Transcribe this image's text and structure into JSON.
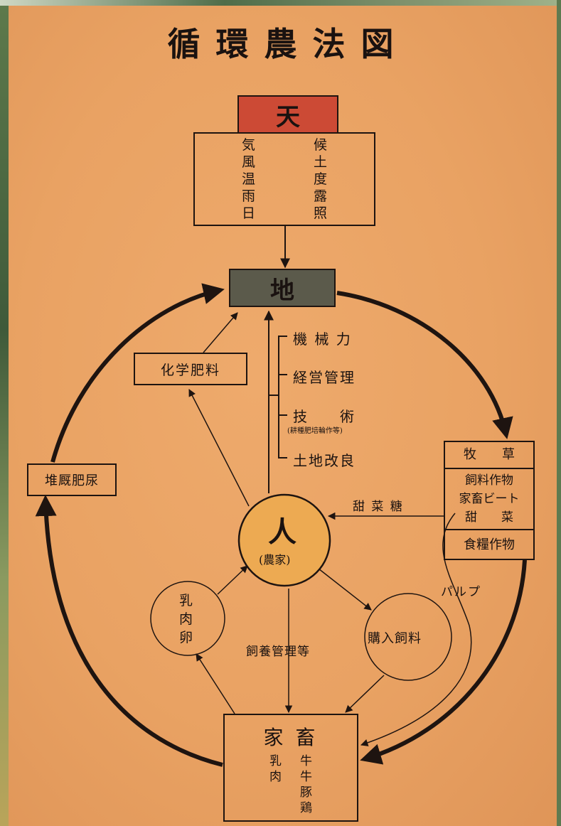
{
  "title": "循環農法図",
  "heaven": {
    "header": "天",
    "factors": [
      {
        "left": "気",
        "right": "候"
      },
      {
        "left": "風",
        "right": "土"
      },
      {
        "left": "温",
        "right": "度"
      },
      {
        "left": "雨",
        "right": "露"
      },
      {
        "left": "日",
        "right": "照"
      }
    ]
  },
  "earth": {
    "label": "地"
  },
  "inputs": [
    {
      "label": "機 械 力"
    },
    {
      "label": "経営管理"
    },
    {
      "label": "技　　術",
      "note": "(耕種肥培輪作等)"
    },
    {
      "label": "土地改良"
    }
  ],
  "chemical_fertilizer": "化学肥料",
  "manure": "堆厩肥尿",
  "crops": {
    "forage": "牧　　草",
    "feed_lines": [
      "飼料作物",
      "家畜ビート",
      "甜　　菜"
    ],
    "food": "食糧作物"
  },
  "person": {
    "label": "人",
    "sub": "(農家)"
  },
  "sugar_label": "甜 菜 糖",
  "pulp_label": "パルプ",
  "products": {
    "chars": [
      "乳",
      "肉",
      "卵"
    ]
  },
  "purchased_feed": "購入飼料",
  "breeding_label": "飼養管理等",
  "livestock": {
    "header": "家 畜",
    "rows": [
      {
        "left": "乳",
        "right": "牛"
      },
      {
        "left": "肉",
        "right": "牛"
      },
      {
        "left": "",
        "right": "豚"
      },
      {
        "left": "",
        "right": "鶏"
      }
    ]
  },
  "colors": {
    "board": "#e9a263",
    "heaven_fill": "#cc4a35",
    "earth_fill": "#5b5a4b",
    "person_fill": "#edaa52",
    "ink": "#1e1410"
  }
}
